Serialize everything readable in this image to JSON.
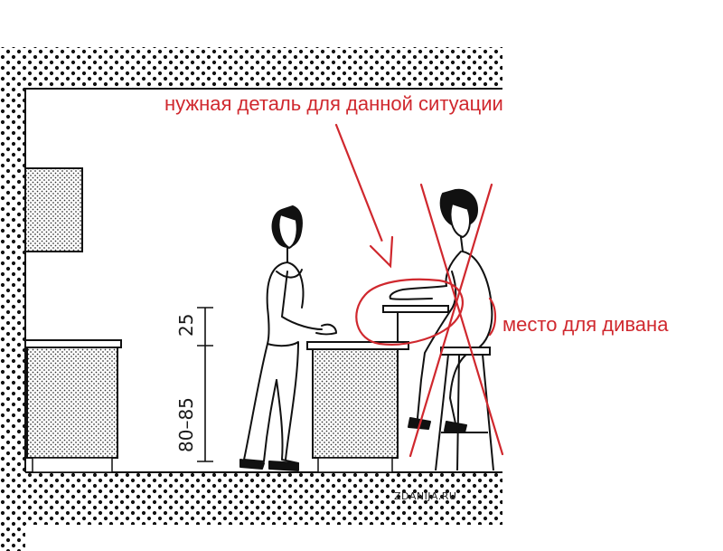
{
  "annotations": {
    "top_note": "нужная деталь для данной ситуации",
    "right_note": "место для дивана"
  },
  "dimensions": {
    "upper": "25",
    "lower": "80–85"
  },
  "watermark": "ZDANIJA.RU",
  "colors": {
    "annotation": "#d0282e",
    "ink": "#1a1a1a",
    "background": "#ffffff"
  }
}
